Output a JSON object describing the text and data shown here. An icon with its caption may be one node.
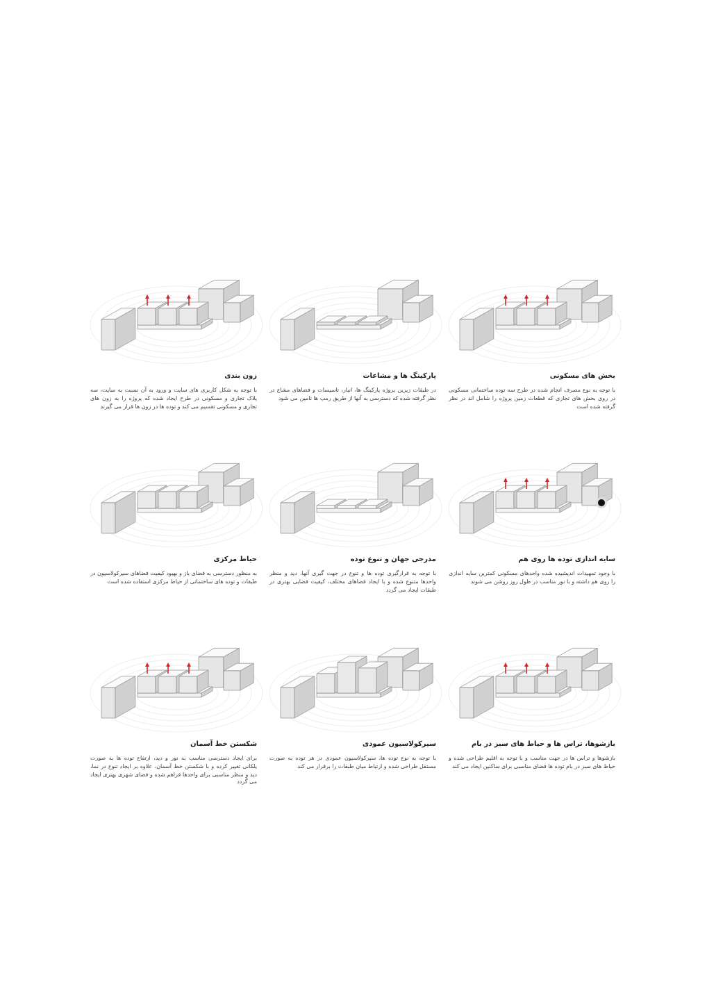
{
  "diagram": {
    "labels": [
      "بخش های مسکونی",
      "با توجه به نوع مصرف انجام شده در طرح سه توده ساختمانی مسکونی در روی بخش های تجاری که قطعات زمین پروژه را شامل اند در نظر گرفته شده است",
      "پارکینگ ها و مشاعات",
      "در طبقات زیرین پروژه پارکینگ ها، انبار، تاسیسات و فضاهای مشاع در نظر گرفته شده که دسترسی به آنها از طریق رمپ ها تامین می شود",
      "زون بندی",
      "با توجه به شکل کاربری های سایت و ورود به آن نسبت به سایت، سه پلاک تجاری و مسکونی در طرح ایجاد شده که پروژه را به زون های تجاری و مسکونی تقسیم می کند و توده ها در زون ها قرار می گیرند",
      "سایه اندازی توده ها روی هم",
      "با وجود تمهیدات اندیشیده شده واحدهای مسکونی کمترین سایه اندازی را روی هم داشته و با نور مناسب در طول روز روشن می شوند",
      "مدرجی جهان و تنوع توده",
      "با توجه به قرارگیری توده ها و تنوع در جهت گیری آنها، دید و منظر واحدها متنوع شده و با ایجاد فضاهای مختلف، کیفیت فضایی بهتری در طبقات ایجاد می گردد",
      "حیاط مرکزی",
      "به منظور دسترسی به فضای باز و بهبود کیفیت فضاهای سیرکولاسیون در طبقات و توده های ساختمانی از حیاط مرکزی استفاده شده است",
      "بازشوها، تراس ها و حیاط های سبز در بام",
      "بازشوها و تراس ها در جهت مناسب و با توجه به اقلیم طراحی شده و حیاط های سبز در بام توده ها فضای مناسبی برای ساکنین ایجاد می کند",
      "سیرکولاسیون عمودی",
      "با توجه به نوع توده ها، سیرکولاسیون عمودی در هر توده به صورت مستقل طراحی شده و ارتباط میان طبقات را برقرار می کند",
      "شکستن خط آسمان",
      "برای ایجاد دسترسی مناسب به نور و دید، ارتفاع توده ها به صورت پلکانی تغییر کرده و با شکستن خط آسمان، علاوه بر ایجاد تنوع در نما، دید و منظر مناسبی برای واحدها فراهم شده و فضای شهری بهتری ایجاد می گردد"
    ]
  }
}
